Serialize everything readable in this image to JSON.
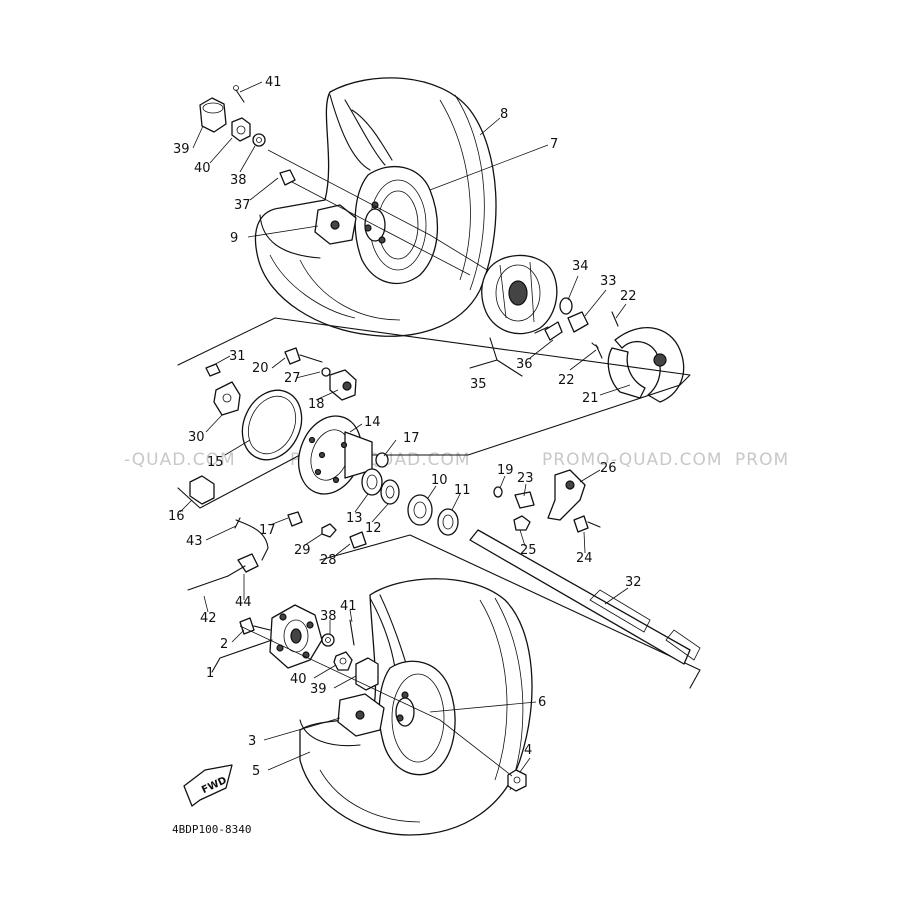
{
  "watermarks": [
    "-QUAD.COM",
    "PROMO-QUAD.COM",
    "PROMO-QUAD.COM",
    "PROM"
  ],
  "diagram_code": "4BDP100-8340",
  "fwd_label": "FWD",
  "callouts": [
    "41",
    "8",
    "7",
    "39",
    "40",
    "38",
    "37",
    "9",
    "34",
    "33",
    "22",
    "36",
    "35",
    "22",
    "21",
    "31",
    "20",
    "27",
    "18",
    "14",
    "17",
    "30",
    "15",
    "16",
    "19",
    "23",
    "26",
    "10",
    "11",
    "13",
    "12",
    "43",
    "17",
    "29",
    "28",
    "25",
    "24",
    "32",
    "42",
    "44",
    "41",
    "38",
    "2",
    "1",
    "40",
    "39",
    "6",
    "3",
    "4",
    "5"
  ]
}
